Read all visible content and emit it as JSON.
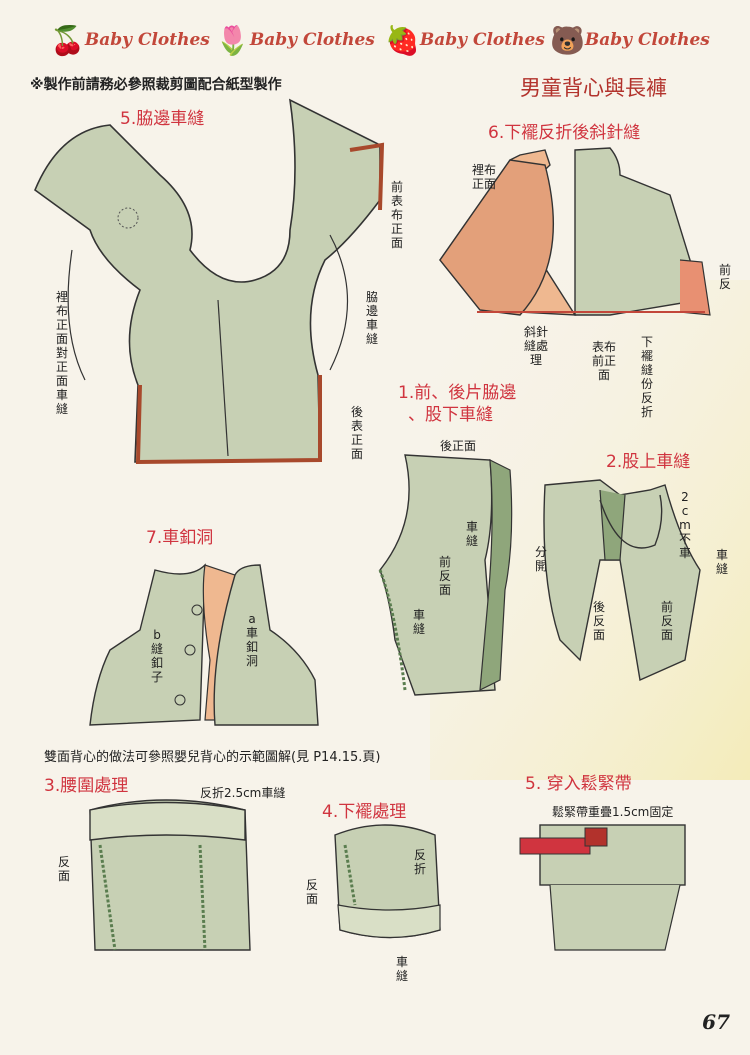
{
  "banner": {
    "label": "Baby Clothes",
    "icons": [
      "cherry-icon",
      "tulip-icon",
      "strawberry-icon",
      "bear-icon"
    ]
  },
  "header": {
    "note": "※製作前請務必參照裁剪圖配合紙型製作",
    "title": "男童背心與長褲"
  },
  "steps": {
    "s5": {
      "title": "5.脇邊車縫",
      "l1": "前表布正面",
      "l2": "脇邊車縫",
      "l3": "裡布正面對正面車縫",
      "l4": "後表正面"
    },
    "s6": {
      "title": "6.下襬反折後斜針縫",
      "l1": "裡布正面",
      "l2": "前反",
      "l3": "斜針縫處理",
      "l4": "表布前正面",
      "l5": "下襬縫份反折"
    },
    "p1": {
      "title_a": "1.前、後片脇邊",
      "title_b": "、股下車縫",
      "l1": "後正面",
      "l2": "車縫",
      "l3": "前反面",
      "l4": "車縫"
    },
    "p2": {
      "title": "2.股上車縫",
      "l1": "2cm不車",
      "l2": "分開",
      "l3": "後反面",
      "l4": "前反面",
      "l5": "車縫"
    },
    "s7": {
      "title": "7.車釦洞",
      "l1": "a車釦洞",
      "l2": "b縫釦子"
    },
    "p3": {
      "title": "3.腰圍處理",
      "l1": "反折2.5cm車縫",
      "l2": "反面"
    },
    "p4": {
      "title": "4.下襬處理",
      "l1": "反折",
      "l2": "反面",
      "l3": "車縫"
    },
    "p5": {
      "title": "5. 穿入鬆緊帶",
      "l1": "鬆緊帶重疊1.5cm固定"
    }
  },
  "footer": {
    "note": "雙面背心的做法可參照嬰兒背心的示範圖解(見 P14.15.頁)",
    "page": "67"
  },
  "colors": {
    "red": "#d0343f",
    "green": "#7f9a6e",
    "orange": "#e8a37c",
    "brown": "#a8492c",
    "yellow": "#f3ebb4"
  }
}
